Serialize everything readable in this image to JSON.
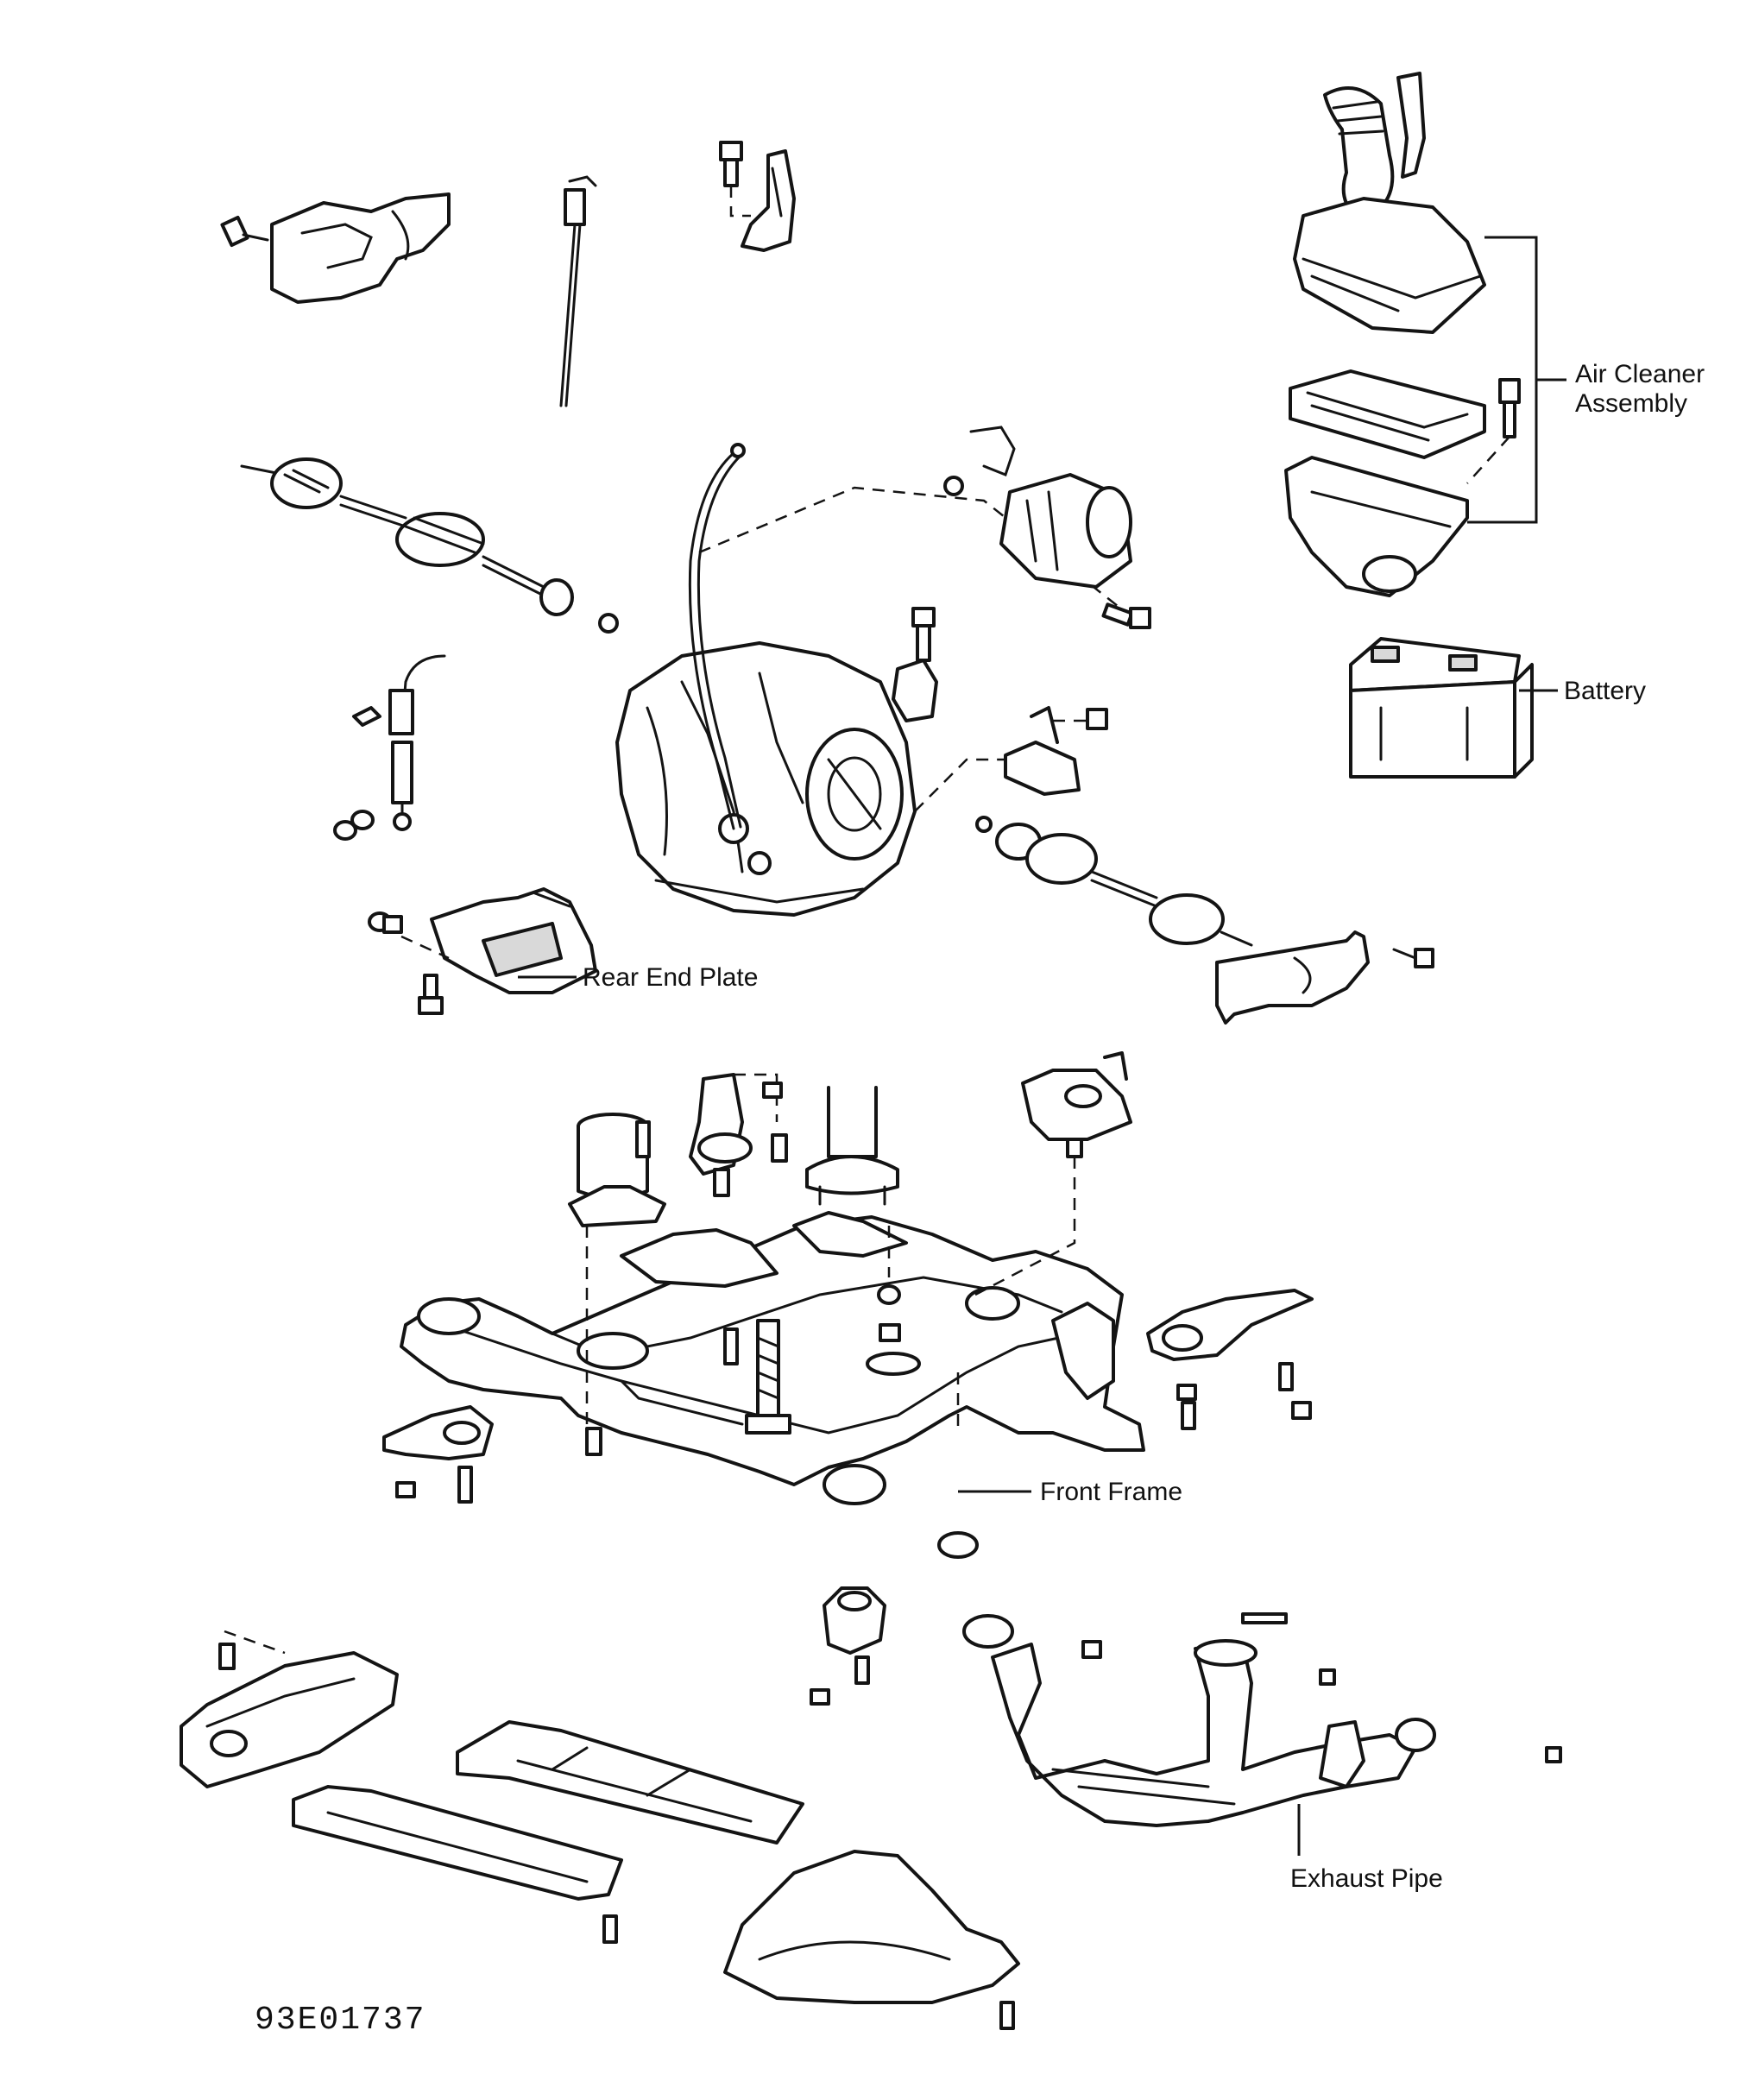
{
  "labels": {
    "air_cleaner_line1": "Air Cleaner",
    "air_cleaner_line2": "Assembly",
    "battery": "Battery",
    "rear_end_plate": "Rear End Plate",
    "front_frame": "Front Frame",
    "exhaust_pipe": "Exhaust Pipe"
  },
  "figure_code": "93E01737"
}
